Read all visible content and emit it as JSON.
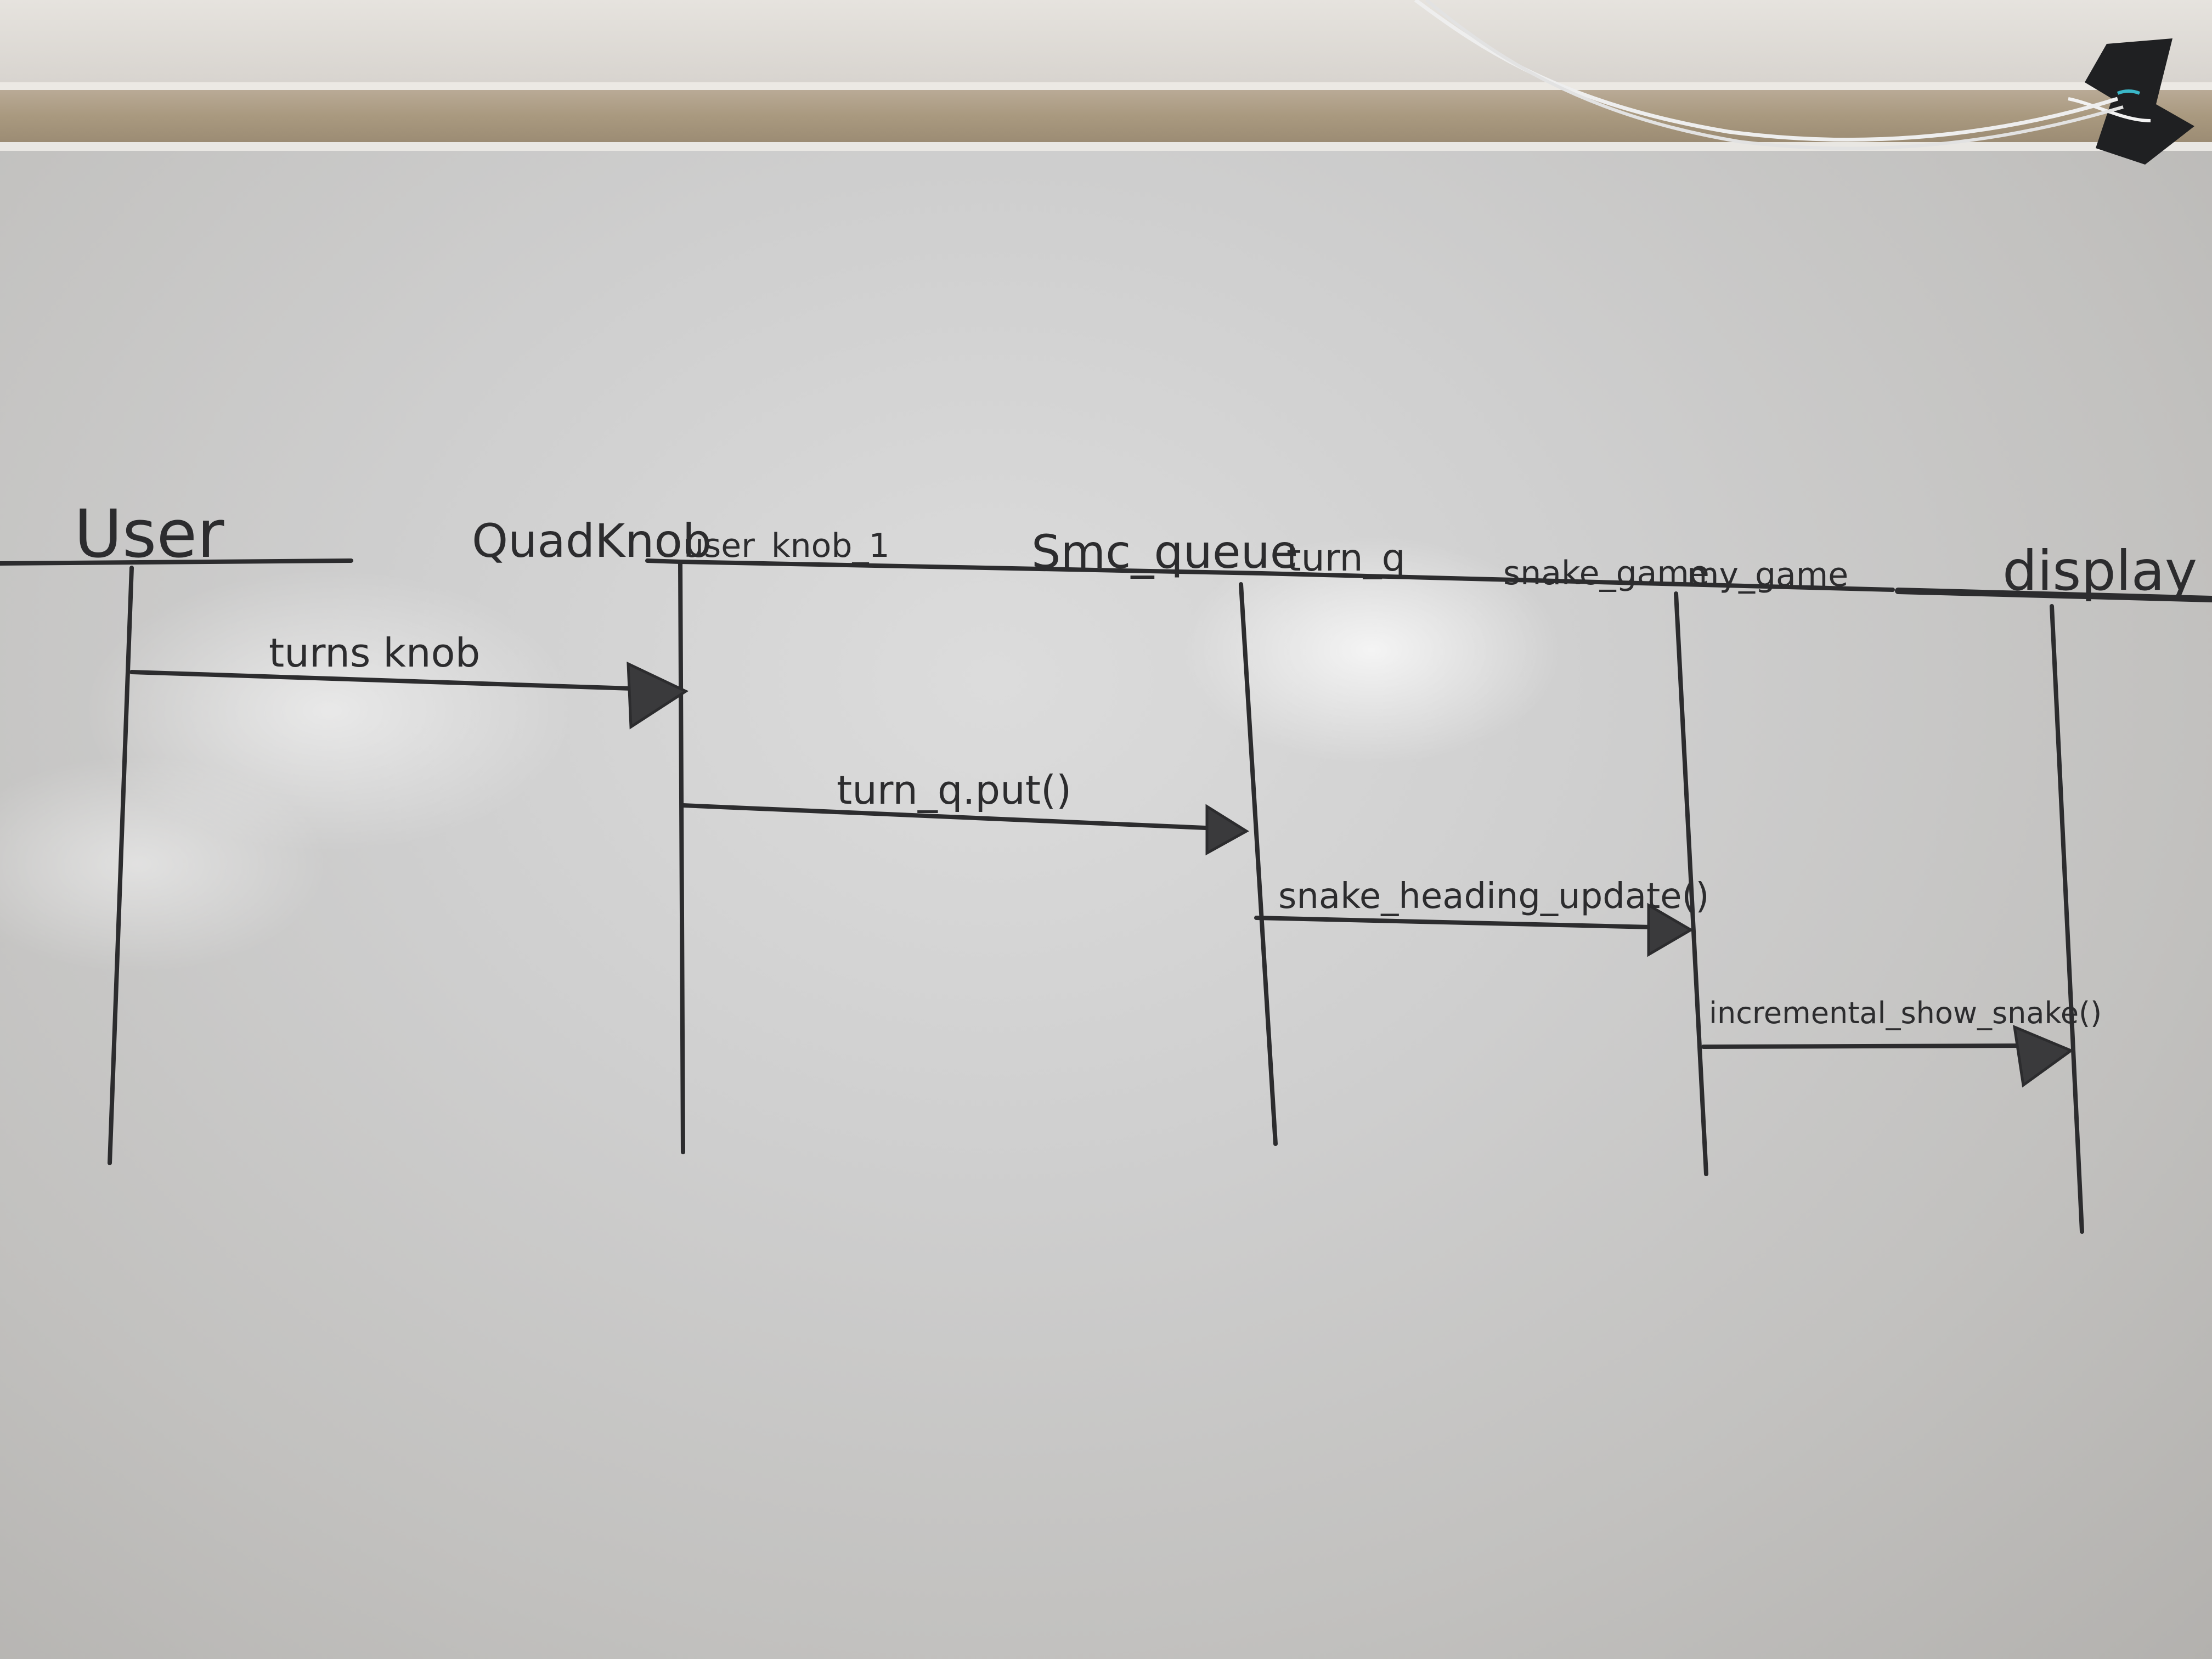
{
  "lifelines": [
    {
      "label": "User"
    },
    {
      "label": "QuadKnob"
    },
    {
      "label": "user_knob_1"
    },
    {
      "label": "Smc_queue"
    },
    {
      "label": "turn_q"
    },
    {
      "label": "snake_game"
    },
    {
      "label": "my_game"
    },
    {
      "label": "display"
    }
  ],
  "messages": [
    {
      "label": "turns knob"
    },
    {
      "label": "turn_q.put()"
    },
    {
      "label": "snake_heading_update()"
    },
    {
      "label": "incremental_show_snake()"
    }
  ],
  "colors": {
    "ink": "#2c2c2e",
    "board": "#cfcfcf",
    "tack_strip": "#a9997f"
  }
}
